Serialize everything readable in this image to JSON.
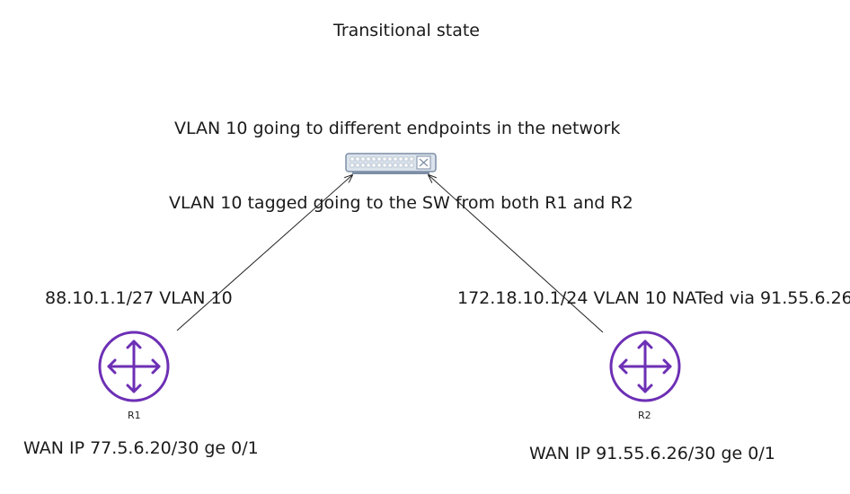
{
  "diagram": {
    "title": "Transitional state",
    "vlan_endpoints_label": "VLAN 10 going to different endpoints in the network",
    "vlan_tagged_label": "VLAN 10 tagged going to the SW from both R1 and R2",
    "colors": {
      "router": "#6d2fb5",
      "switch_body": "#d7e0ea",
      "switch_border": "#7a8ba3",
      "link": "#222222"
    },
    "routers": [
      {
        "name": "R1",
        "icon": "router-icon",
        "lan": "88.10.1.1/27 VLAN 10",
        "wan": "WAN IP 77.5.6.20/30 ge 0/1"
      },
      {
        "name": "R2",
        "icon": "router-icon",
        "lan": "172.18.10.1/24 VLAN 10 NATed via 91.55.6.26",
        "wan": "WAN IP 91.55.6.26/30 ge 0/1"
      }
    ],
    "switch": {
      "icon": "switch-icon"
    }
  }
}
